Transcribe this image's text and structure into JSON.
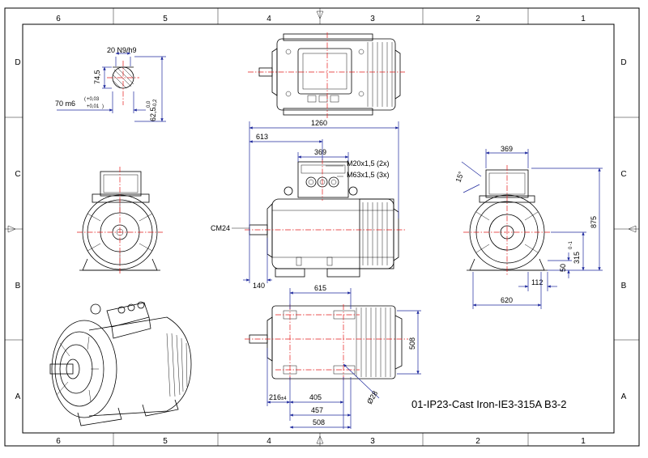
{
  "drawing_title": "01-IP23-Cast Iron-IE3-315A B3-2",
  "zones": {
    "columns": [
      "6",
      "5",
      "4",
      "3",
      "2",
      "1"
    ],
    "rows": [
      "D",
      "C",
      "B",
      "A"
    ]
  },
  "shaft_detail": {
    "key_width": "20 N9/h9",
    "key_height": "74,5",
    "diameter": "70 m6",
    "tol_upper": "+0,03",
    "tol_lower": "+0,01",
    "depth": "62,5",
    "depth_tol_upper": "0,0",
    "depth_tol_lower": "-0,2"
  },
  "side_view": {
    "overall_length": "1260",
    "to_box": "613",
    "box_width": "369",
    "gland_small": "M20x1,5 (2x)",
    "gland_large": "M63x1,5 (3x)",
    "shaft_label": "CM24",
    "shaft_length": "140"
  },
  "end_view": {
    "box_width": "369",
    "angle": "15°",
    "height": "875",
    "shaft_height": "315",
    "shaft_height_tol": "0 -1",
    "foot_thickness": "50",
    "foot_width": "112",
    "base_width": "620"
  },
  "bottom_view": {
    "span": "615",
    "width": "508",
    "d_216": "216",
    "d_216_tol": "±4",
    "d_405": "405",
    "d_457": "457",
    "d_508": "508",
    "hole": "Ø28"
  }
}
